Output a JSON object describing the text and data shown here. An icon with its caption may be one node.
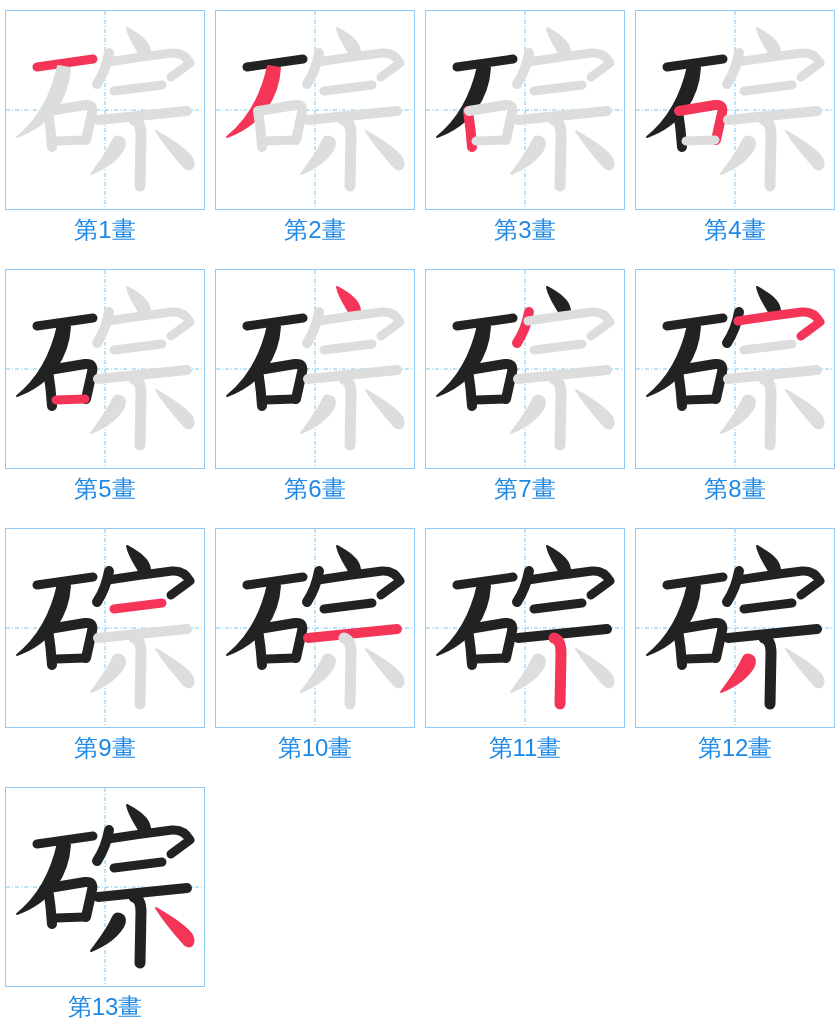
{
  "diagram": {
    "nodes": [
      {
        "text": [
          "第1畫"
        ]
      },
      {
        "text": [
          "第2畫"
        ]
      },
      {
        "text": [
          "第3畫"
        ]
      },
      {
        "text": [
          "第4畫"
        ]
      },
      {
        "text": [
          "第5畫"
        ]
      },
      {
        "text": [
          "第6畫"
        ]
      },
      {
        "text": [
          "第7畫"
        ]
      },
      {
        "text": [
          "第8畫"
        ]
      },
      {
        "text": [
          "第9畫"
        ]
      },
      {
        "text": [
          "第10畫"
        ]
      },
      {
        "text": [
          "第11畫"
        ]
      },
      {
        "text": [
          "第12畫"
        ]
      },
      {
        "text": [
          "第13畫"
        ]
      }
    ]
  }
}
